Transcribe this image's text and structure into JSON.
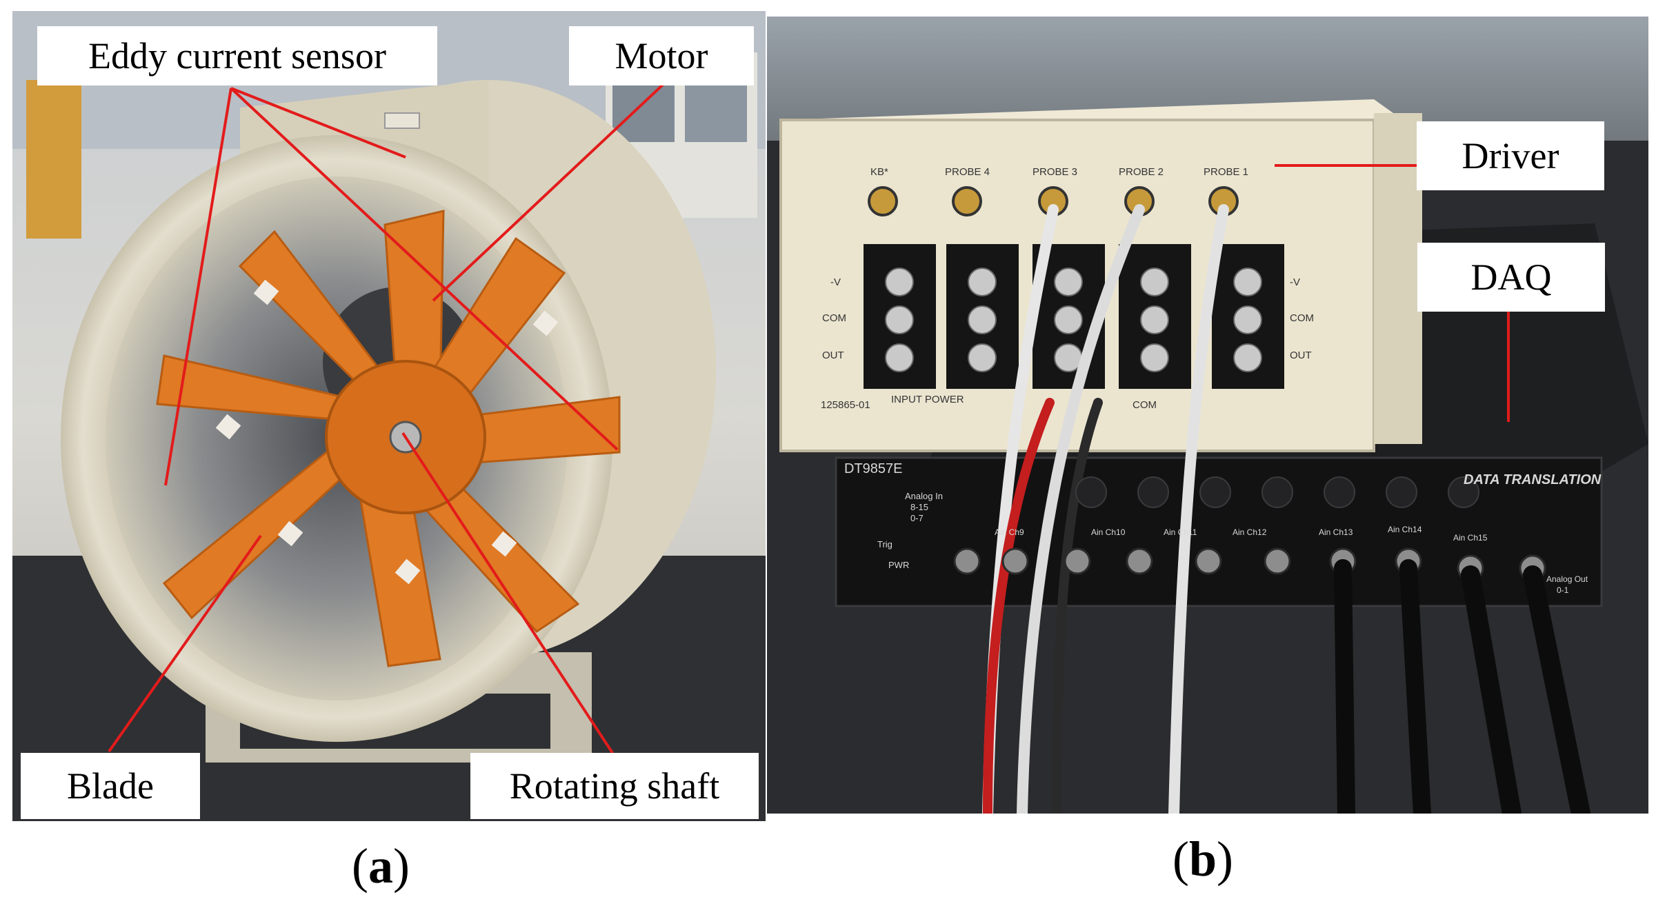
{
  "panel_a": {
    "labels": {
      "eddy_current_sensor": "Eddy current sensor",
      "motor": "Motor",
      "blade": "Blade",
      "rotating_shaft": "Rotating shaft"
    },
    "caption_letter": "a"
  },
  "panel_b": {
    "labels": {
      "driver": "Driver",
      "daq": "DAQ"
    },
    "device_text": {
      "probe_4": "PROBE 4",
      "probe_3": "PROBE 3",
      "probe_2": "PROBE 2",
      "probe_1": "PROBE 1",
      "kv": "KB*",
      "com_left": "COM",
      "out_left": "OUT",
      "com_right": "COM",
      "out_right": "OUT",
      "vneg_left": "-V",
      "vneg_right": "-V",
      "input_power": "INPUT POWER",
      "com_bottom": "COM",
      "serial": "125865-01",
      "daq_model": "DT9857E",
      "brand": "DATA TRANSLATION",
      "analog_in": "Analog In",
      "analog_in_range_1": "8-15",
      "analog_in_range_2": "0-7",
      "analog_out": "Analog Out",
      "analog_out_range": "0-1",
      "pwr": "PWR",
      "trig": "Trig",
      "ch_10": "Ain Ch10",
      "ch_11": "Ain Ch11",
      "ch_12": "Ain Ch12",
      "ch_13": "Ain Ch13",
      "ch_14": "Ain Ch14",
      "ch_15": "Ain Ch15",
      "ch_9": "Ain Ch9"
    },
    "caption_letter": "b"
  },
  "colors": {
    "annotation_line": "#e31b1b",
    "fan_orange": "#e07a24",
    "housing_beige": "#dcd6c3",
    "driver_box": "#ebe5d0",
    "daq_black": "#1b1b1c"
  }
}
